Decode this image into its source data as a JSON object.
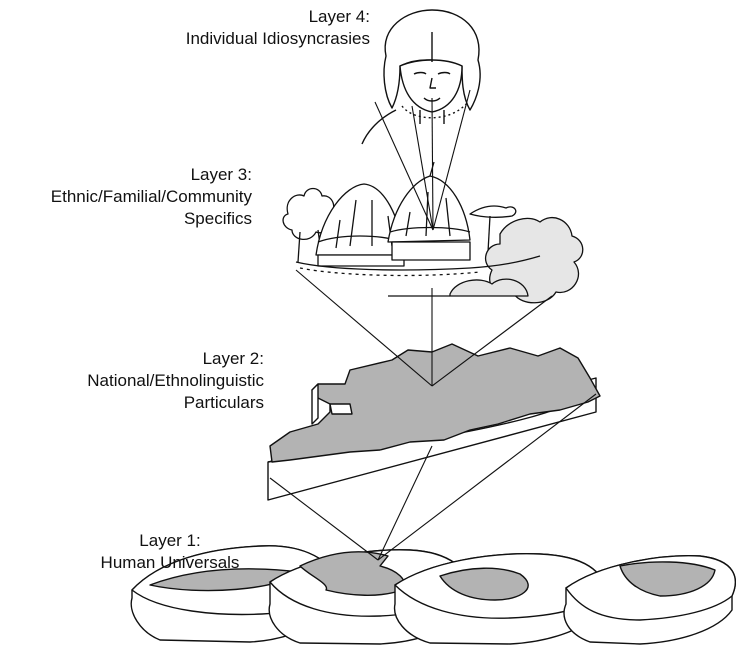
{
  "layers": [
    {
      "title": "Layer 4:",
      "lines": [
        "Individual Idiosyncrasies"
      ],
      "icon": "face-icon"
    },
    {
      "title": "Layer 3:",
      "lines": [
        "Ethnic/Familial/Community",
        "Specifics"
      ],
      "icon": "village-icon"
    },
    {
      "title": "Layer 2:",
      "lines": [
        "National/Ethnolinguistic",
        "Particulars"
      ],
      "icon": "country-map-icon"
    },
    {
      "title": "Layer 1:",
      "lines": [
        "Human Universals"
      ],
      "icon": "world-map-icon"
    }
  ],
  "colors": {
    "ink": "#111111",
    "land_fill": "#b3b3b3",
    "slab_fill": "#ffffff",
    "cloud_fill": "#e6e6e6"
  }
}
